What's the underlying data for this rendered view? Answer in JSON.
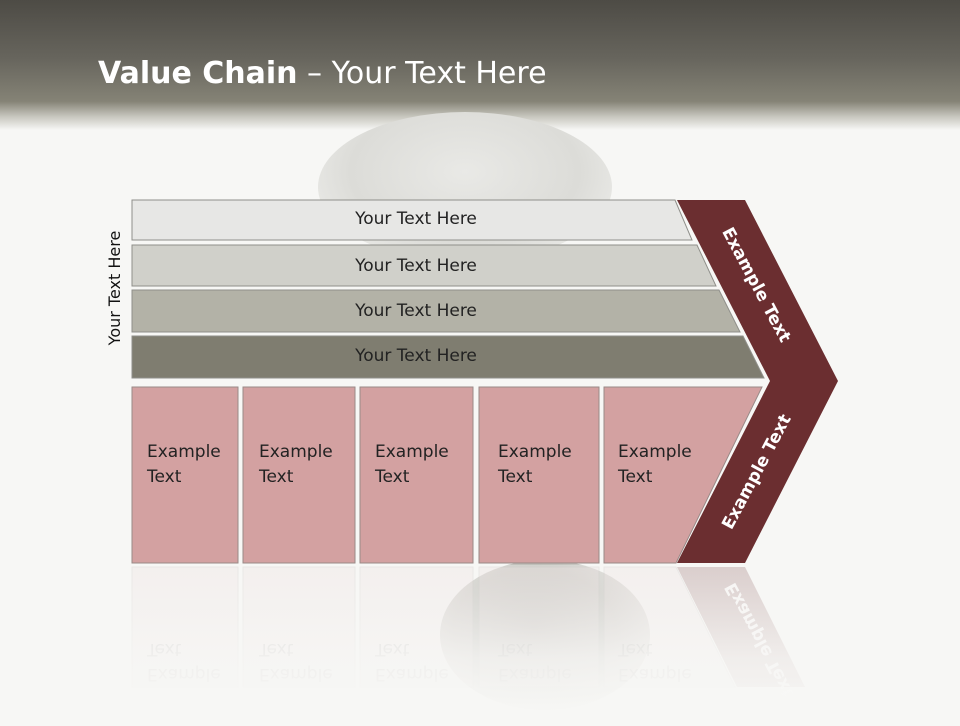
{
  "title": {
    "bold": "Value Chain",
    "rest": " – Your Text Here"
  },
  "side_label": "Your Text Here",
  "bands": [
    "Your Text Here",
    "Your Text Here",
    "Your Text Here",
    "Your Text Here"
  ],
  "boxes": [
    {
      "line1": "Example",
      "line2": "Text"
    },
    {
      "line1": "Example",
      "line2": "Text"
    },
    {
      "line1": "Example",
      "line2": "Text"
    },
    {
      "line1": "Example",
      "line2": "Text"
    },
    {
      "line1": "Example",
      "line2": "Text"
    }
  ],
  "arrow": {
    "upper_label": "Example Text",
    "lower_label": "Example Text"
  },
  "colors": {
    "band_1": "#e7e7e5",
    "band_2": "#d0d0ca",
    "band_3": "#b3b2a7",
    "band_4": "#7f7d70",
    "box": "#d3a1a1",
    "arrow": "#6b2e30"
  }
}
